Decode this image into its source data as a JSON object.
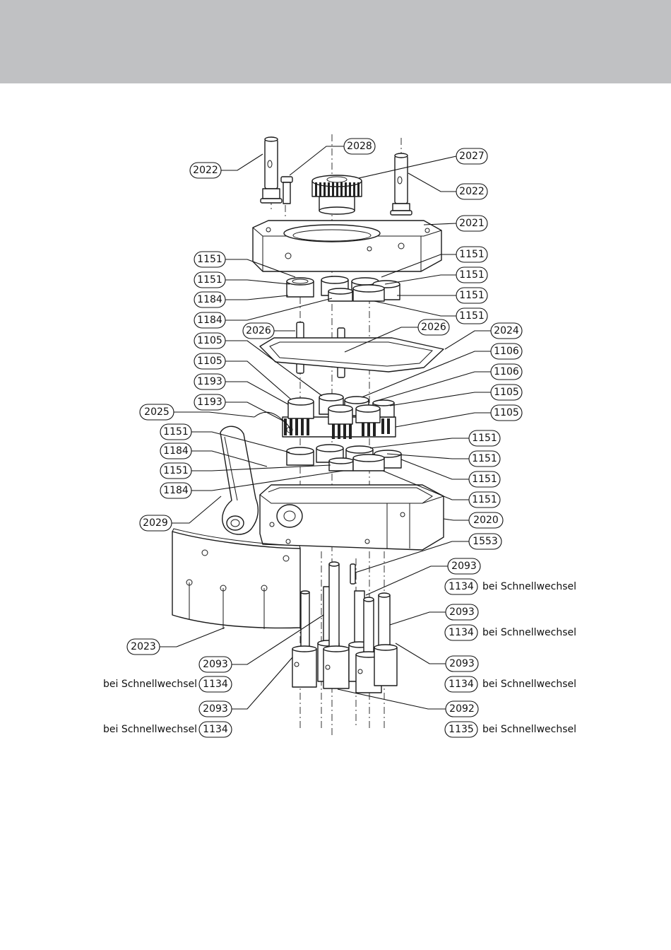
{
  "colors": {
    "header": "#c0c1c3",
    "line": "#1a1a1a",
    "paper": "#ffffff"
  },
  "callouts": [
    {
      "id": "c2022a",
      "label": "2022"
    },
    {
      "id": "c2028",
      "label": "2028"
    },
    {
      "id": "c2027",
      "label": "2027"
    },
    {
      "id": "c2022b",
      "label": "2022"
    },
    {
      "id": "c2021",
      "label": "2021"
    },
    {
      "id": "c1151a",
      "label": "1151"
    },
    {
      "id": "c1151b",
      "label": "1151"
    },
    {
      "id": "c1184a",
      "label": "1184"
    },
    {
      "id": "c1184b",
      "label": "1184"
    },
    {
      "id": "c1151r1",
      "label": "1151"
    },
    {
      "id": "c1151r2",
      "label": "1151"
    },
    {
      "id": "c1151r3",
      "label": "1151"
    },
    {
      "id": "c1151r4",
      "label": "1151"
    },
    {
      "id": "c2026a",
      "label": "2026"
    },
    {
      "id": "c2026b",
      "label": "2026"
    },
    {
      "id": "c2024",
      "label": "2024"
    },
    {
      "id": "c1105a",
      "label": "1105"
    },
    {
      "id": "c1105b",
      "label": "1105"
    },
    {
      "id": "c1193a",
      "label": "1193"
    },
    {
      "id": "c1193b",
      "label": "1193"
    },
    {
      "id": "c1106a",
      "label": "1106"
    },
    {
      "id": "c1106b",
      "label": "1106"
    },
    {
      "id": "c1105r1",
      "label": "1105"
    },
    {
      "id": "c1105r2",
      "label": "1105"
    },
    {
      "id": "c2025",
      "label": "2025"
    },
    {
      "id": "c1151c",
      "label": "1151"
    },
    {
      "id": "c1184c",
      "label": "1184"
    },
    {
      "id": "c1151d",
      "label": "1151"
    },
    {
      "id": "c1184d",
      "label": "1184"
    },
    {
      "id": "c1151r5",
      "label": "1151"
    },
    {
      "id": "c1151r6",
      "label": "1151"
    },
    {
      "id": "c1151r7",
      "label": "1151"
    },
    {
      "id": "c1151r8",
      "label": "1151"
    },
    {
      "id": "c2029",
      "label": "2029"
    },
    {
      "id": "c2020",
      "label": "2020"
    },
    {
      "id": "c1553",
      "label": "1553"
    },
    {
      "id": "c2093r1",
      "label": "2093"
    },
    {
      "id": "c1134r1",
      "label": "1134"
    },
    {
      "id": "c2093r2",
      "label": "2093"
    },
    {
      "id": "c1134r2",
      "label": "1134"
    },
    {
      "id": "c2093r3",
      "label": "2093"
    },
    {
      "id": "c1134r3",
      "label": "1134"
    },
    {
      "id": "c2092",
      "label": "2092"
    },
    {
      "id": "c1135",
      "label": "1135"
    },
    {
      "id": "c2023",
      "label": "2023"
    },
    {
      "id": "c2093l1",
      "label": "2093"
    },
    {
      "id": "c1134l1",
      "label": "1134"
    },
    {
      "id": "c2093l2",
      "label": "2093"
    },
    {
      "id": "c1134l2",
      "label": "1134"
    }
  ],
  "notes": {
    "bei_schnellwechsel": "bei  Schnellwechsel"
  }
}
